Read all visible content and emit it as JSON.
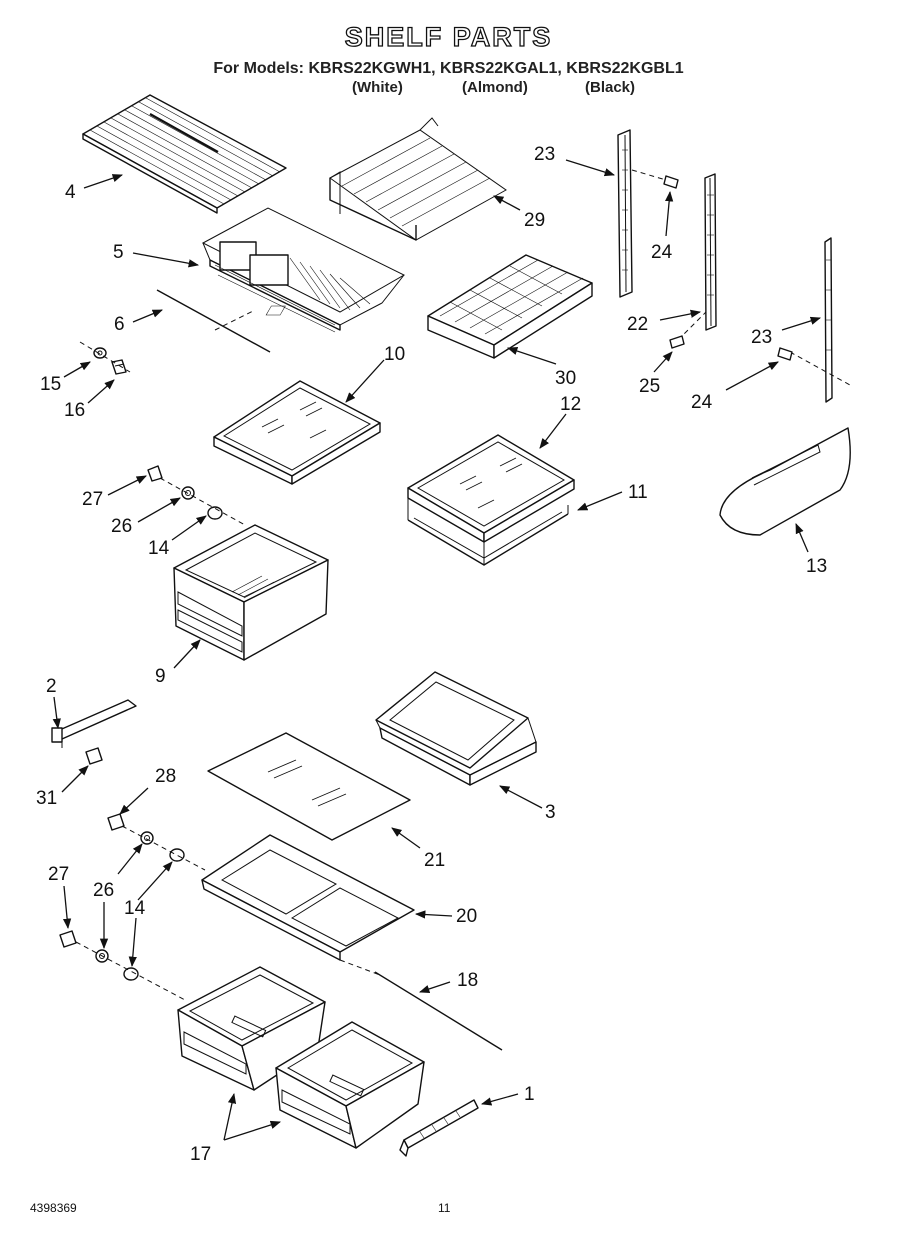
{
  "header": {
    "title": "SHELF PARTS",
    "models_line": "For Models: KBRS22KGWH1, KBRS22KGAL1, KBRS22KGBL1",
    "color_white": "(White)",
    "color_almond": "(Almond)",
    "color_black": "(Black)"
  },
  "callouts": {
    "c1": "1",
    "c2": "2",
    "c3": "3",
    "c4": "4",
    "c5": "5",
    "c6": "6",
    "c9": "9",
    "c10": "10",
    "c11": "11",
    "c12": "12",
    "c13": "13",
    "c14a": "14",
    "c14b": "14",
    "c15": "15",
    "c16": "16",
    "c17": "17",
    "c18": "18",
    "c20": "20",
    "c21": "21",
    "c22": "22",
    "c23a": "23",
    "c23b": "23",
    "c24a": "24",
    "c24b": "24",
    "c25": "25",
    "c26a": "26",
    "c26b": "26",
    "c27a": "27",
    "c27b": "27",
    "c28": "28",
    "c29": "29",
    "c30": "30",
    "c31": "31"
  },
  "footer": {
    "doc_number": "4398369",
    "page_number": "11"
  }
}
